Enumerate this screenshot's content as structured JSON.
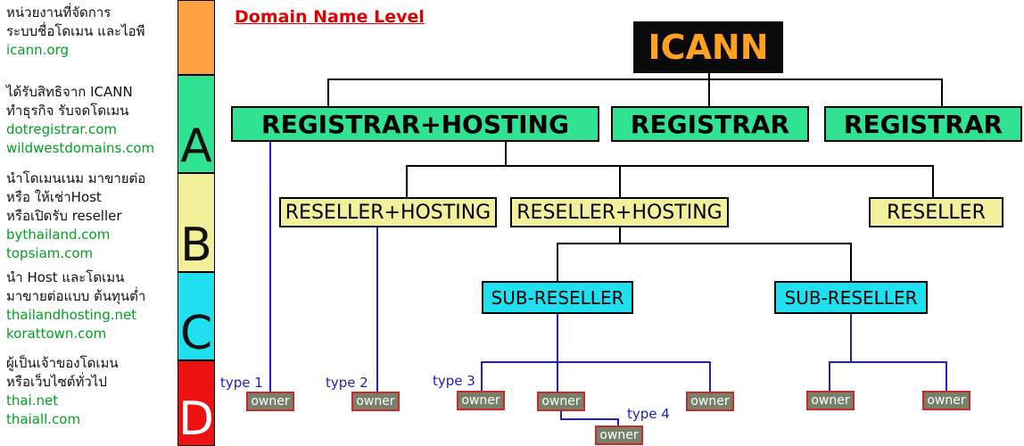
{
  "title": "Domain Name Level",
  "colors": {
    "title_red": "#E00000",
    "band_orange": "#FFA040",
    "band_green": "#30E392",
    "band_yellow": "#F3F09B",
    "band_cyan": "#20E0F0",
    "band_red": "#EE1111",
    "box_black": "#0A0A0A",
    "icann_text": "#FFA020",
    "line_black": "#000000",
    "line_blue": "#2020C8",
    "domain_green": "#00A21E",
    "owner_fill": "#778069",
    "owner_border": "#CC2A2A",
    "type_blue": "#2020C8",
    "letter_dark": "#111111",
    "letter_white": "#FFFFFF"
  },
  "sidebar": {
    "sections": [
      {
        "text_lines": [
          "หน่วยงานที่จัดการ",
          "ระบบชื่อโดเมน และไอพี"
        ],
        "domains": [
          "icann.org"
        ]
      },
      {
        "text_lines": [
          "ได้รับสิทธิจาก ICANN",
          "ทำธุรกิจ รับจดโดเมน"
        ],
        "domains": [
          "dotregistrar.com",
          "wildwestdomains.com"
        ]
      },
      {
        "text_lines": [
          "นำโดเมนเนม มาขายต่อ",
          "หรือ ให้เช่าHost",
          "หรือเปิดรับ reseller"
        ],
        "domains": [
          "bythailand.com",
          "topsiam.com"
        ]
      },
      {
        "text_lines": [
          "นำ Host และโดเมน",
          "มาขายต่อแบบ ต้นทุนต่ำ"
        ],
        "domains": [
          "thailandhosting.net",
          "korattown.com"
        ]
      },
      {
        "text_lines": [
          "ผู้เป็นเจ้าของโดเมน",
          "หรือเว็บไซต์ทั่วไป"
        ],
        "domains": [
          "thai.net",
          "thaiall.com"
        ]
      }
    ],
    "bands": [
      {
        "label": "",
        "color": "#FFA040"
      },
      {
        "label": "A",
        "color": "#30E392"
      },
      {
        "label": "B",
        "color": "#F3F09B"
      },
      {
        "label": "C",
        "color": "#20E0F0"
      },
      {
        "label": "D",
        "color": "#EE1111"
      }
    ]
  },
  "tree": {
    "root": "ICANN",
    "level_a": [
      "REGISTRAR+HOSTING",
      "REGISTRAR",
      "REGISTRAR"
    ],
    "level_b": [
      "RESELLER+HOSTING",
      "RESELLER+HOSTING",
      "RESELLER"
    ],
    "level_c": [
      "SUB-RESELLER",
      "SUB-RESELLER"
    ],
    "owner_label": "owner",
    "type_labels": [
      "type 1",
      "type 2",
      "type 3",
      "type 4"
    ]
  }
}
